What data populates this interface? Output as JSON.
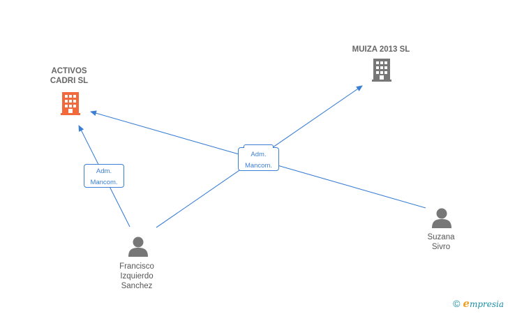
{
  "nodes": {
    "activos": {
      "label": "ACTIVOS\nCADRI  SL",
      "kind": "company",
      "color": "#f26a3b",
      "icon": "building-icon"
    },
    "muiza": {
      "label": "MUIZA 2013 SL",
      "kind": "company",
      "color": "#777777",
      "icon": "building-icon"
    },
    "francisco": {
      "label": "Francisco\nIzquierdo\nSanchez",
      "kind": "person",
      "color": "#777777",
      "icon": "person-icon"
    },
    "suzana": {
      "label": "Suzana\nSivro",
      "kind": "person",
      "color": "#777777",
      "icon": "person-icon"
    }
  },
  "edges": [
    {
      "from": "francisco",
      "to": "activos",
      "line1": "Adm.",
      "line2": "Mancom."
    },
    {
      "from": "francisco",
      "to": "muiza",
      "line1": "Adm.",
      "line2": "Mancom."
    },
    {
      "from": "suzana",
      "to": "activos",
      "line1": "Adm.",
      "line2": "Mancom."
    }
  ],
  "colors": {
    "edge": "#3b7fd4"
  },
  "footer": {
    "copyright": "©",
    "brand_initial": "e",
    "brand_rest": "mpresia"
  }
}
